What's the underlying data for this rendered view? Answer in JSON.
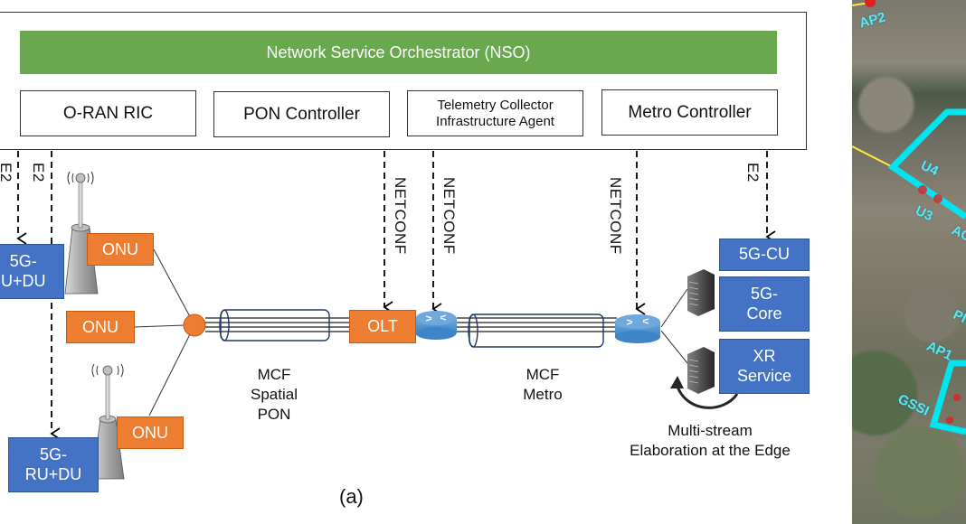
{
  "figure_label": "(a)",
  "orchestrator": {
    "label": "Network Service Orchestrator (NSO)",
    "color": "#6aa84f"
  },
  "controllers": [
    {
      "id": "oran-ric",
      "label": "O-RAN RIC"
    },
    {
      "id": "pon-controller",
      "label": "PON Controller"
    },
    {
      "id": "telemetry",
      "label_line1": "Telemetry Collector",
      "label_line2": "Infrastructure Agent"
    },
    {
      "id": "metro-controller",
      "label": "Metro Controller"
    }
  ],
  "interfaces": {
    "e2_a": "E2",
    "e2_b": "E2",
    "netconf_olt": "NETCONF",
    "netconf_router1": "NETCONF",
    "netconf_router2": "NETCONF",
    "e2_cu": "E2"
  },
  "radio_units": [
    {
      "line1": "5G-",
      "line2": "U+DU"
    },
    {
      "line1": "5G-",
      "line2": "RU+DU"
    }
  ],
  "onus": [
    "ONU",
    "ONU",
    "ONU"
  ],
  "olt": "OLT",
  "fibers": [
    {
      "line1": "MCF",
      "line2": "Spatial",
      "line3": "PON"
    },
    {
      "line1": "MCF",
      "line2": "Metro"
    }
  ],
  "edge_functions": [
    {
      "line1": "5G-CU"
    },
    {
      "line1": "5G-",
      "line2": "Core"
    },
    {
      "line1": "XR",
      "line2": "Service"
    }
  ],
  "edge_caption": {
    "line1": "Multi-stream",
    "line2": "Elaboration at the Edge"
  },
  "colors": {
    "blue": "#4472c4",
    "orange": "#ed7d31",
    "cyan": "#00e5f0"
  },
  "map": {
    "labels": [
      "AP2",
      "U4",
      "U3",
      "AC",
      "PI",
      "AP1",
      "GSSI"
    ]
  }
}
